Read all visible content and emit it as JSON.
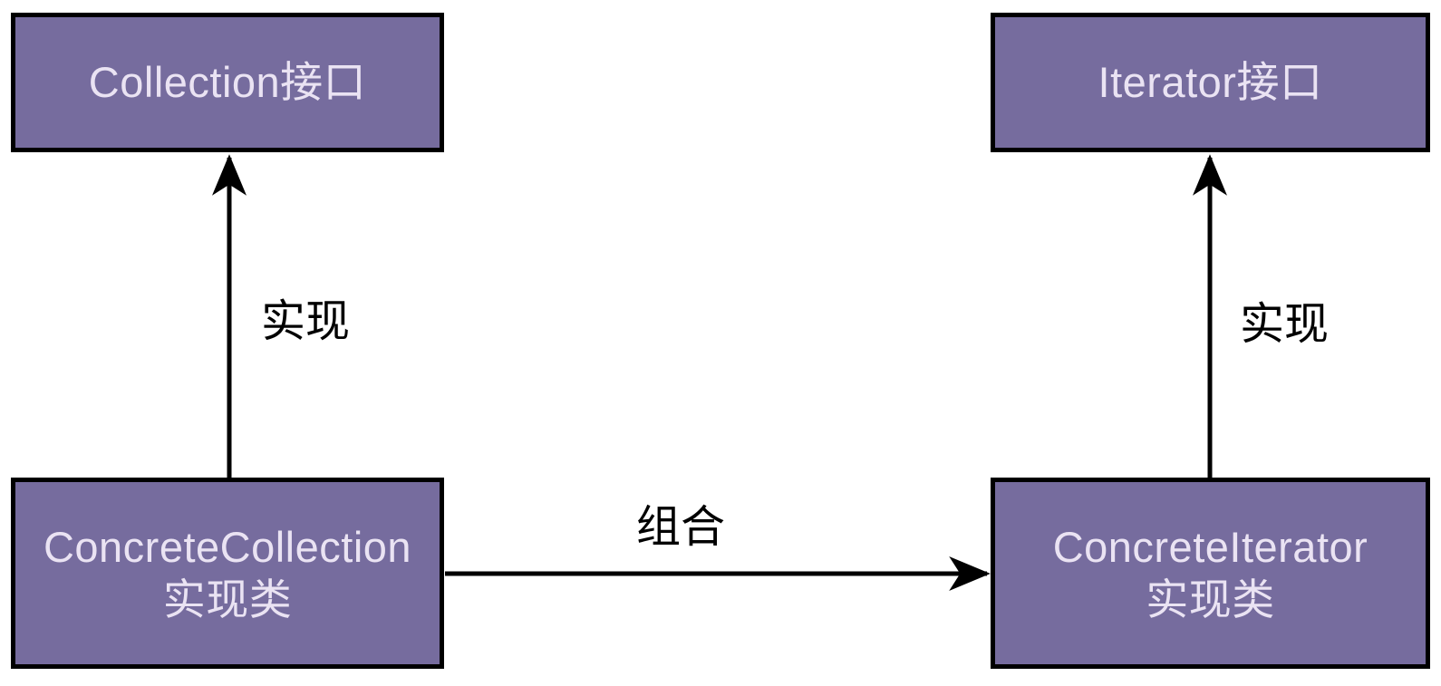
{
  "diagram": {
    "nodes": {
      "collection_interface": {
        "label": "Collection接口"
      },
      "iterator_interface": {
        "label": "Iterator接口"
      },
      "concrete_collection": {
        "label_line1": "ConcreteCollection",
        "label_line2": "实现类"
      },
      "concrete_iterator": {
        "label_line1": "ConcreteIterator",
        "label_line2": "实现类"
      }
    },
    "edges": {
      "left_implements": {
        "label": "实现"
      },
      "right_implements": {
        "label": "实现"
      },
      "composition": {
        "label": "组合"
      }
    },
    "colors": {
      "background": "#ffffff",
      "node_fill": "#766c9e",
      "node_border": "#000000",
      "node_text": "#eae3f3",
      "edge": "#000000",
      "label_text": "#000000"
    }
  }
}
